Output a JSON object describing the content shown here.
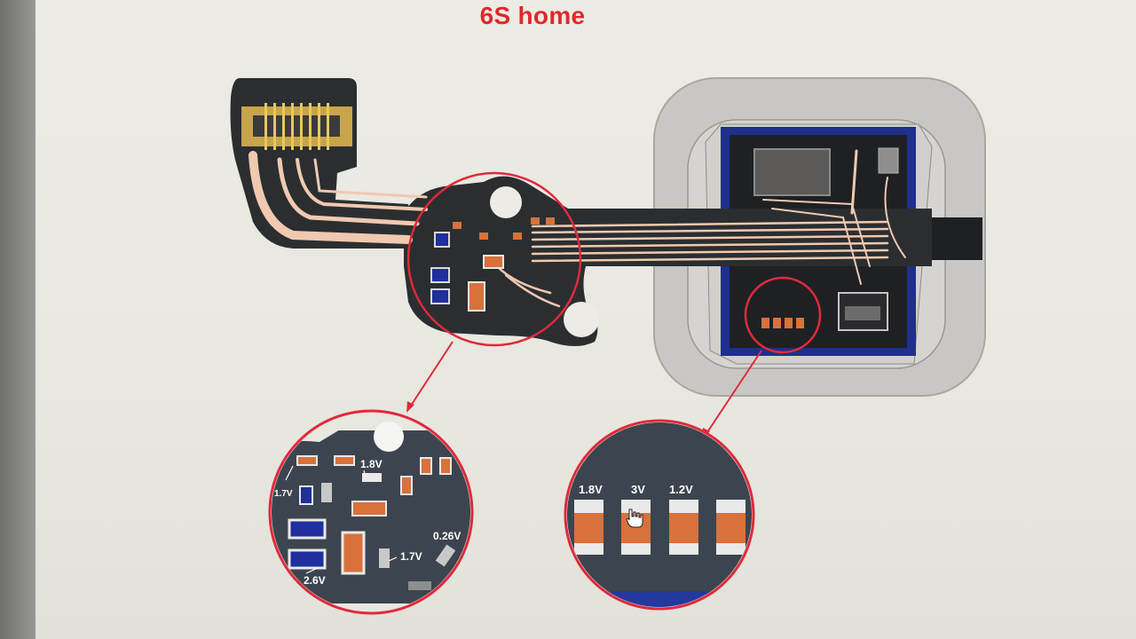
{
  "title": "6S home",
  "left_zoom": {
    "labels": {
      "v1_8": "1.8V",
      "v1_7_left": "1.7V",
      "v1_7_right": "1.7V",
      "v0_26": "0.26V",
      "v2_6": "2.6V"
    }
  },
  "right_zoom": {
    "labels": [
      "1.8V",
      "3V",
      "1.2V"
    ]
  },
  "colors": {
    "title": "#e0282c",
    "board": "#2b2e31",
    "trace": "#f0c9b0",
    "circle": "#e02a3a",
    "component_orange": "#d9713b",
    "component_blue": "#1f2f9e",
    "zoom_bg": "#3c454f"
  },
  "icons": [
    "hand-cursor-icon"
  ]
}
